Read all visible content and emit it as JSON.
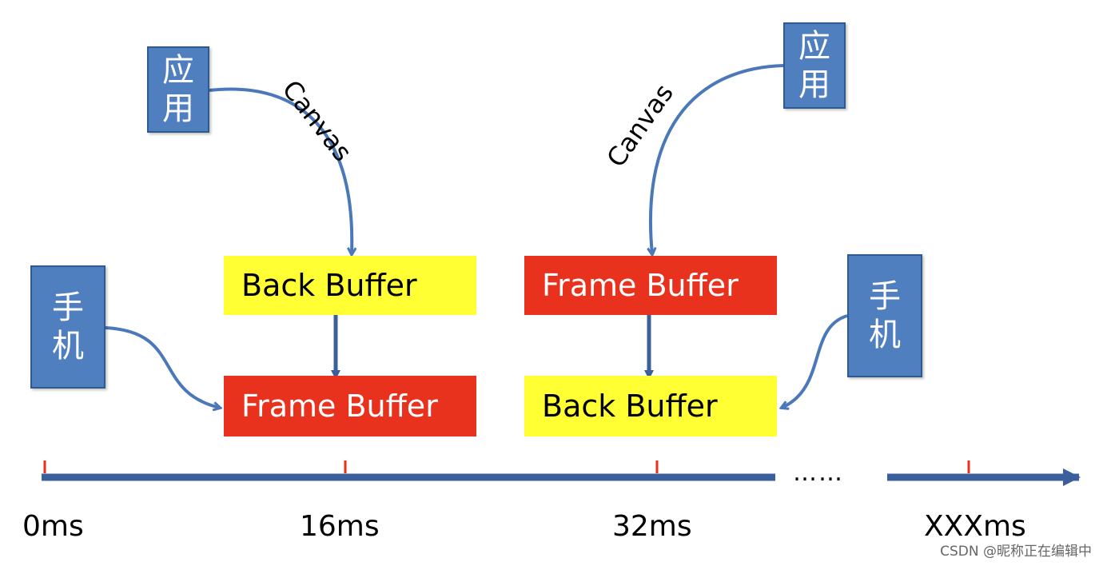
{
  "app_left": {
    "chars": [
      "应",
      "用"
    ]
  },
  "app_right": {
    "chars": [
      "应",
      "用"
    ]
  },
  "phone_left": {
    "chars": [
      "手",
      "机"
    ]
  },
  "phone_right": {
    "chars": [
      "手",
      "机"
    ]
  },
  "canvas_left": "Canvas",
  "canvas_right": "Canvas",
  "left_back_buffer": "Back Buffer",
  "left_frame_buffer": "Frame Buffer",
  "right_frame_buffer": "Frame Buffer",
  "right_back_buffer": "Back Buffer",
  "timeline": {
    "ticks": [
      "0ms",
      "16ms",
      "32ms",
      "XXXms"
    ],
    "ellipsis": "……"
  },
  "watermark": "CSDN @昵称正在编辑中",
  "colors": {
    "box_blue": "#4f7fbf",
    "arrow_blue": "#4a78b8",
    "timeline_blue": "#3a5f9a",
    "buffer_yellow": "#ffff33",
    "buffer_red": "#e8321e",
    "tick_red": "#e8321e"
  }
}
